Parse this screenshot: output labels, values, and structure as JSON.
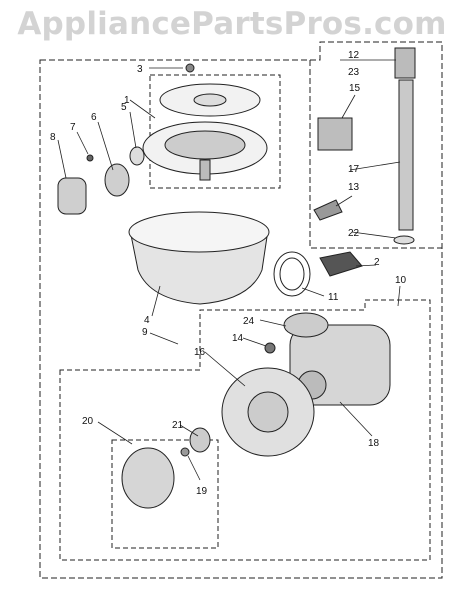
{
  "watermark": "AppliancePartsPros.com",
  "callouts": [
    "1",
    "2",
    "3",
    "4",
    "5",
    "6",
    "7",
    "8",
    "9",
    "10",
    "11",
    "12",
    "13",
    "14",
    "15",
    "16",
    "17",
    "18",
    "19",
    "20",
    "21",
    "22",
    "23",
    "24"
  ],
  "colors": {
    "line": "#222222",
    "watermark": "#d3d3d3",
    "background": "#ffffff"
  }
}
